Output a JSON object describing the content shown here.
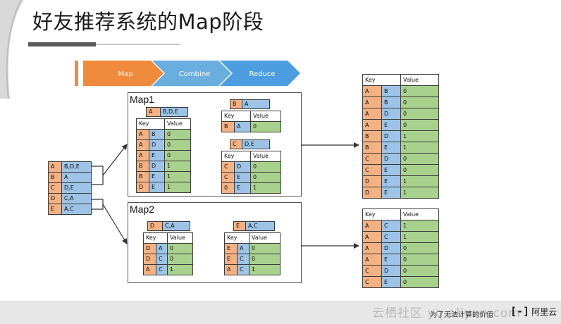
{
  "title": "好友推荐系统的Map阶段",
  "pipeline": {
    "steps": [
      "Map",
      "Combine",
      "Reduce"
    ]
  },
  "input_table": [
    [
      "A",
      "B,D,E"
    ],
    [
      "B",
      "A"
    ],
    [
      "C",
      "D,E"
    ],
    [
      "D",
      "C,A"
    ],
    [
      "E",
      "A,C"
    ]
  ],
  "map1": {
    "label": "Map1",
    "a": {
      "input": [
        "A",
        "B,D,E"
      ],
      "header": [
        "Key",
        "Value"
      ],
      "rows": [
        [
          "A",
          "B",
          "0"
        ],
        [
          "A",
          "D",
          "0"
        ],
        [
          "A",
          "E",
          "0"
        ],
        [
          "B",
          "D",
          "1"
        ],
        [
          "B",
          "E",
          "1"
        ],
        [
          "D",
          "E",
          "1"
        ]
      ]
    },
    "b": {
      "input": [
        "B",
        "A"
      ],
      "header": [
        "Key",
        "Value"
      ],
      "rows": [
        [
          "B",
          "A",
          "0"
        ]
      ]
    },
    "c": {
      "input": [
        "C",
        "D,E"
      ],
      "header": [
        "Key",
        "Value"
      ],
      "rows": [
        [
          "C",
          "D",
          "0"
        ],
        [
          "C",
          "E",
          "0"
        ],
        [
          "0",
          "E",
          "1"
        ]
      ]
    }
  },
  "map2": {
    "label": "Map2",
    "d": {
      "input": [
        "D",
        "C,A"
      ],
      "header": [
        "Key",
        "Value"
      ],
      "rows": [
        [
          "D",
          "A",
          "0"
        ],
        [
          "D",
          "C",
          "0"
        ],
        [
          "A",
          "C",
          "1"
        ]
      ]
    },
    "e": {
      "input": [
        "E",
        "A,C"
      ],
      "header": [
        "Key",
        "Value"
      ],
      "rows": [
        [
          "E",
          "A",
          "0"
        ],
        [
          "E",
          "C",
          "0"
        ],
        [
          "A",
          "C",
          "1"
        ]
      ]
    }
  },
  "out1": {
    "header": [
      "Key",
      "Value"
    ],
    "rows": [
      [
        "A",
        "B",
        "0"
      ],
      [
        "A",
        "B",
        "0"
      ],
      [
        "A",
        "D",
        "0"
      ],
      [
        "A",
        "E",
        "0"
      ],
      [
        "B",
        "D",
        "1"
      ],
      [
        "B",
        "E",
        "1"
      ],
      [
        "C",
        "D",
        "0"
      ],
      [
        "C",
        "E",
        "0"
      ],
      [
        "D",
        "E",
        "1"
      ],
      [
        "D",
        "E",
        "1"
      ]
    ]
  },
  "out2": {
    "header": [
      "Key",
      "Value"
    ],
    "rows": [
      [
        "A",
        "C",
        "1"
      ],
      [
        "A",
        "C",
        "1"
      ],
      [
        "A",
        "D",
        "0"
      ],
      [
        "A",
        "E",
        "0"
      ],
      [
        "C",
        "D",
        "0"
      ],
      [
        "C",
        "E",
        "0"
      ]
    ]
  },
  "footer": {
    "watermark": "云栖社区 yq.aliyun.com",
    "slogan": "为了无法计算的价值",
    "brand_mark": "[-]",
    "brand_name": "阿里云"
  },
  "colors": {
    "orange": "#f4b183",
    "blue": "#9dc3e6",
    "green": "#a9d18e",
    "map_arrow": "#f08a3c",
    "combine_arrow": "#6aaee0",
    "reduce_arrow": "#4d9ee0"
  }
}
